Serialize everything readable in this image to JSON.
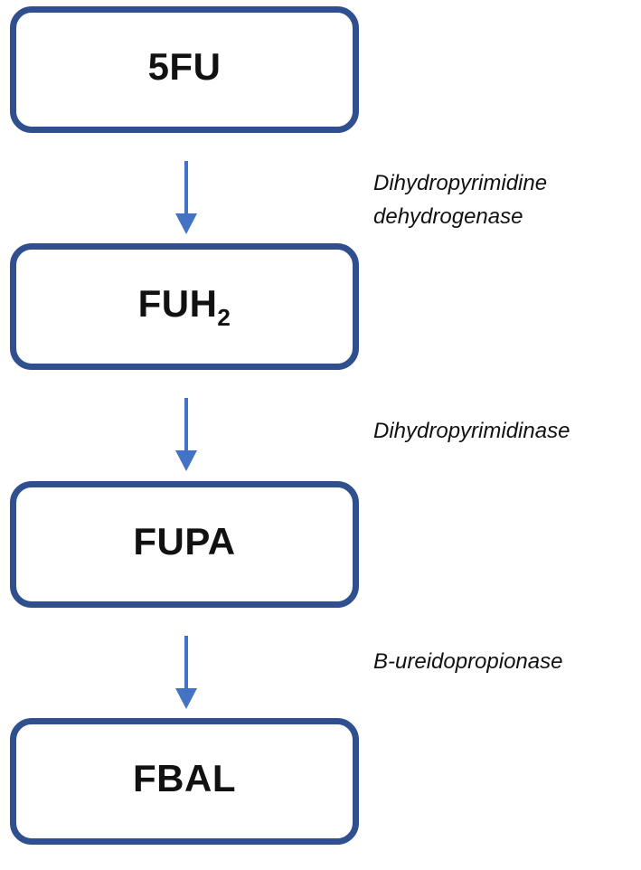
{
  "diagram": {
    "steps": [
      {
        "label": "5FU",
        "subscript": ""
      },
      {
        "label": "FUH",
        "subscript": "2"
      },
      {
        "label": "FUPA",
        "subscript": ""
      },
      {
        "label": "FBAL",
        "subscript": ""
      }
    ],
    "enzymes": [
      {
        "line1": "Dihydropyrimidine",
        "line2": "dehydrogenase"
      },
      {
        "line1": "Dihydropyrimidinase",
        "line2": ""
      },
      {
        "line1": "B-ureidopropionase",
        "line2": ""
      }
    ],
    "colors": {
      "box_border": "#2f4f8f",
      "arrow": "#4472c4",
      "text": "#111111"
    }
  }
}
